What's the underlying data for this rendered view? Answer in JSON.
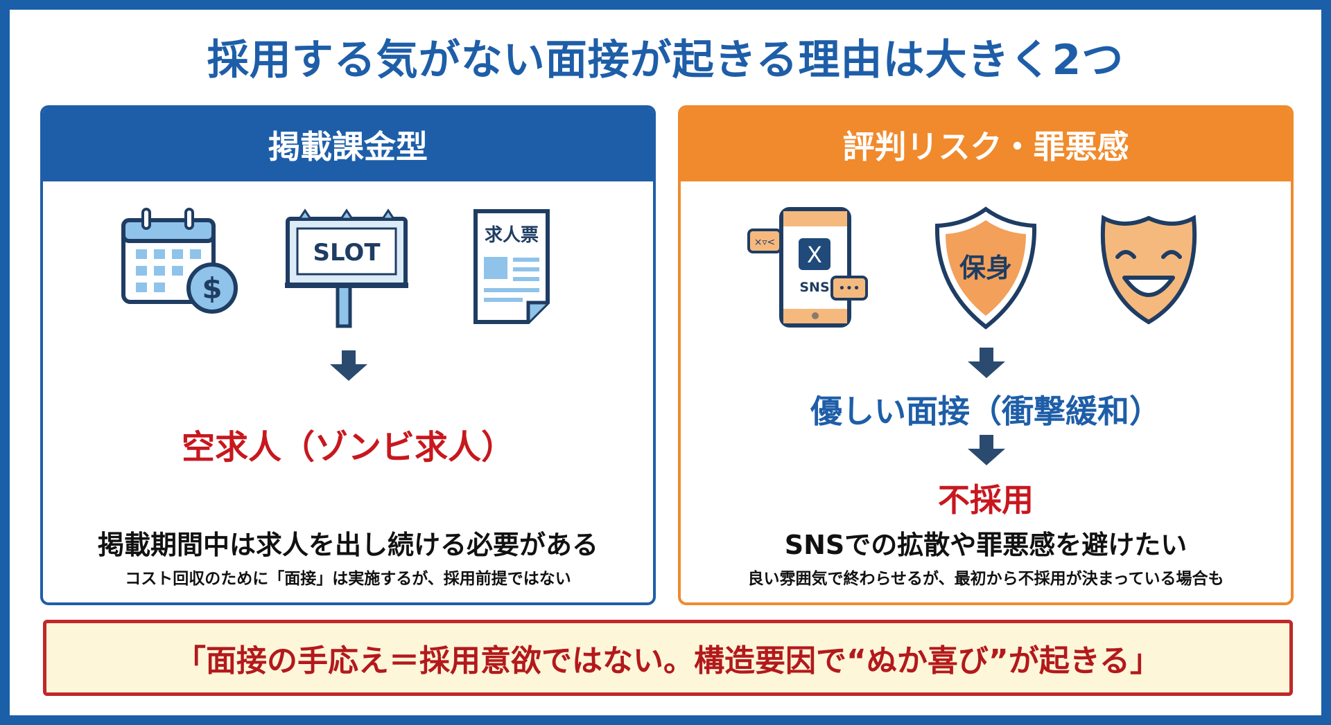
{
  "title": "採用する気がない面接が起きる理由は大きく2つ",
  "left": {
    "header": "掲載課金型",
    "icons": {
      "billboard_text": "SLOT",
      "document_text": "求人票"
    },
    "result": "空求人（ゾンビ求人）",
    "main_text": "掲載期間中は求人を出し続ける必要がある",
    "sub_text": "コスト回収のために「面接」は実施するが、採用前提ではない"
  },
  "right": {
    "header": "評判リスク・罪悪感",
    "icons": {
      "phone_text": "SNS",
      "phone_app": "X",
      "shield_text": "保身"
    },
    "step1": "優しい面接（衝撃緩和）",
    "result": "不採用",
    "main_text": "SNSでの拡散や罪悪感を避けたい",
    "sub_text": "良い雰囲気で終わらせるが、最初から不採用が決まっている場合も"
  },
  "banner": "「面接の手応え＝採用意欲ではない。構造要因で“ぬか喜び”が起きる」",
  "colors": {
    "blue": "#1e5ea8",
    "orange": "#f08a2c",
    "red": "#c8171e",
    "navy": "#1f3d63"
  }
}
